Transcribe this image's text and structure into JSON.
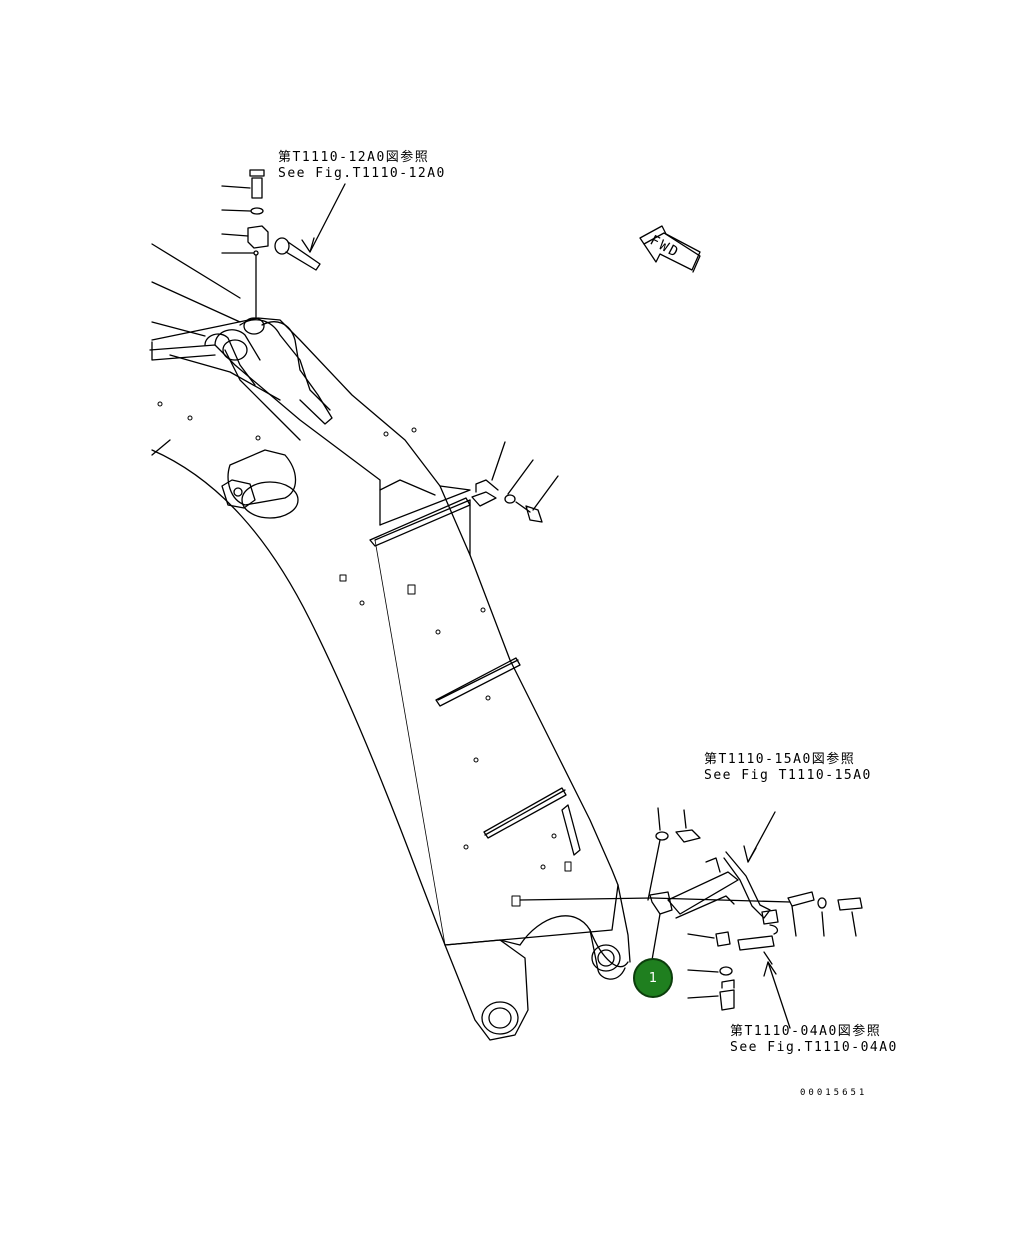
{
  "references": {
    "top": {
      "line1": "第T1110-12A0図参照",
      "line2": "See Fig.T1110-12A0"
    },
    "right": {
      "line1": "第T1110-15A0図参照",
      "line2": "See Fig T1110-15A0"
    },
    "bottom": {
      "line1": "第T1110-04A0図参照",
      "line2": "See Fig.T1110-04A0"
    }
  },
  "direction_label": "FWD",
  "drawing_code": "00015651",
  "callouts": [
    {
      "label": "1"
    }
  ]
}
